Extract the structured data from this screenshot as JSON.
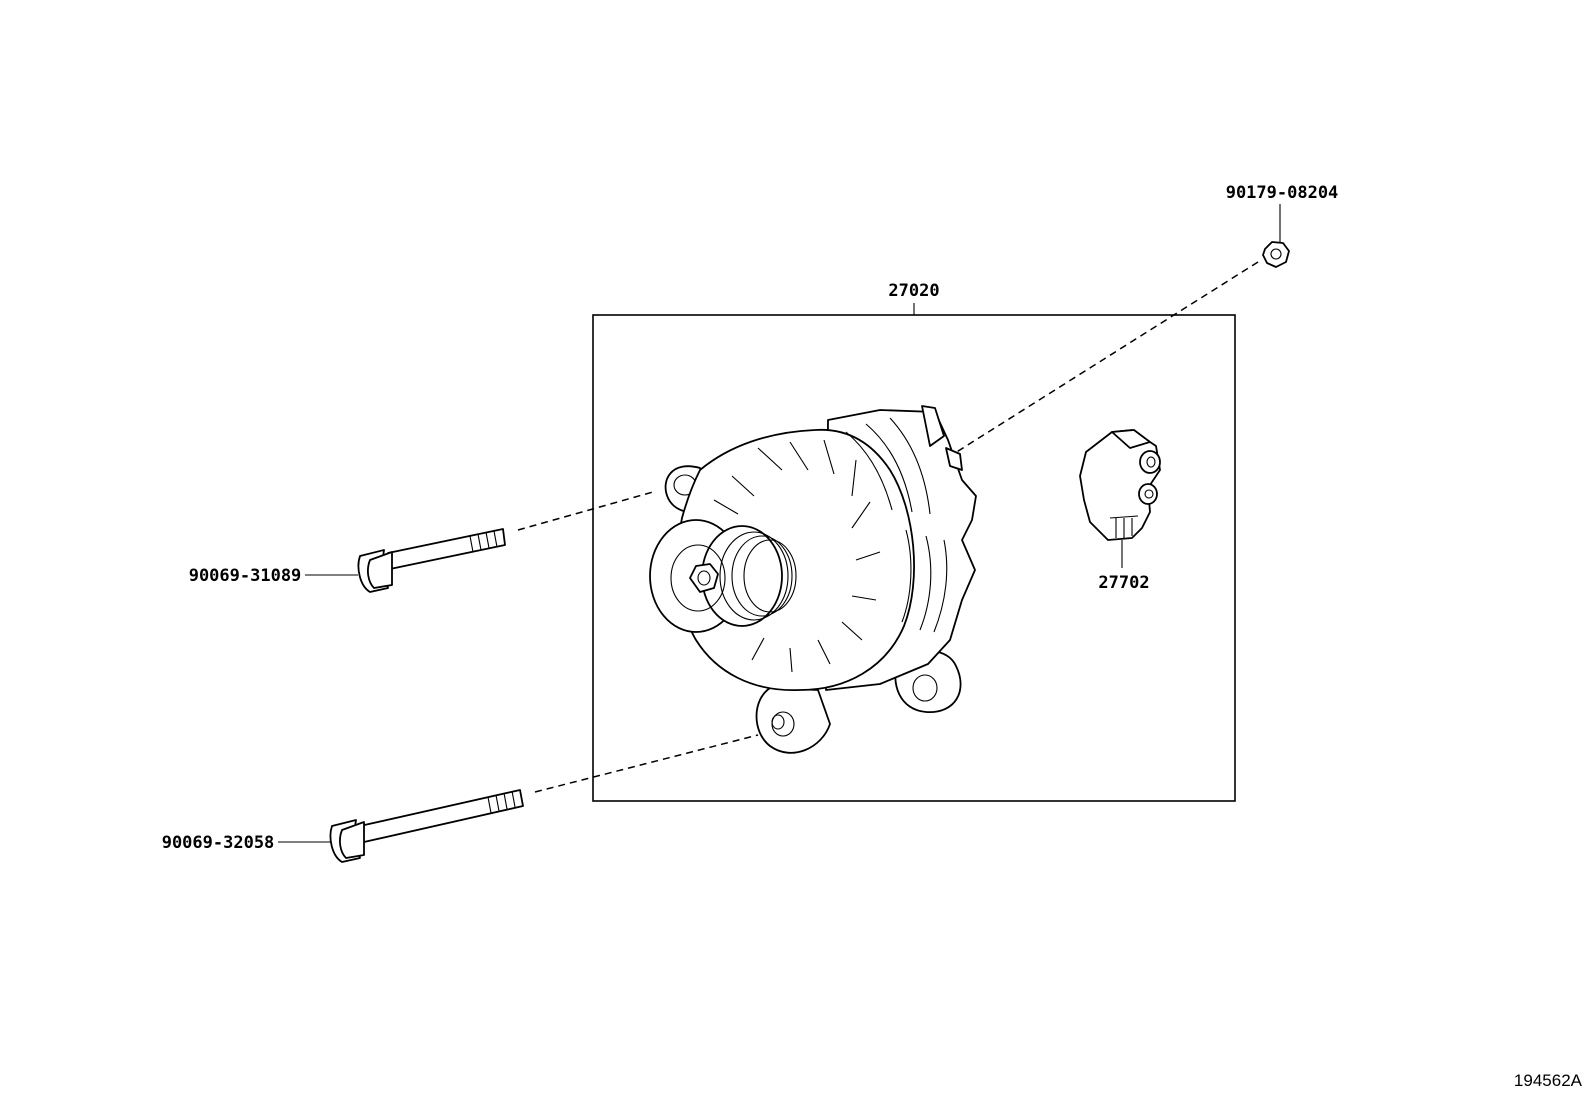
{
  "labels": {
    "alternator_assembly": "27020",
    "regulator": "27702",
    "nut": "90179-08204",
    "bolt_upper": "90069-31089",
    "bolt_lower": "90069-32058"
  },
  "figure_id": "194562A"
}
